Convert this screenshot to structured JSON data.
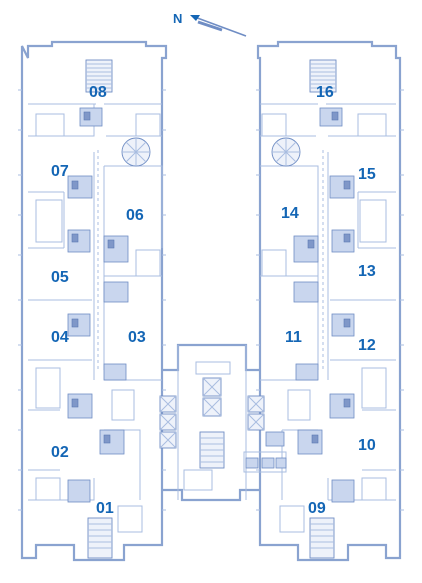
{
  "compass": {
    "label": "N"
  },
  "units": [
    {
      "id": "08",
      "label": "08"
    },
    {
      "id": "07",
      "label": "07"
    },
    {
      "id": "06",
      "label": "06"
    },
    {
      "id": "05",
      "label": "05"
    },
    {
      "id": "04",
      "label": "04"
    },
    {
      "id": "03",
      "label": "03"
    },
    {
      "id": "02",
      "label": "02"
    },
    {
      "id": "01",
      "label": "01"
    },
    {
      "id": "16",
      "label": "16"
    },
    {
      "id": "15",
      "label": "15"
    },
    {
      "id": "14",
      "label": "14"
    },
    {
      "id": "13",
      "label": "13"
    },
    {
      "id": "12",
      "label": "12"
    },
    {
      "id": "11",
      "label": "11"
    },
    {
      "id": "10",
      "label": "10"
    },
    {
      "id": "09",
      "label": "09"
    }
  ],
  "colors": {
    "label": "#1466b5",
    "walls": "#8aa3d0",
    "fixtures": "#6f8dc4"
  }
}
